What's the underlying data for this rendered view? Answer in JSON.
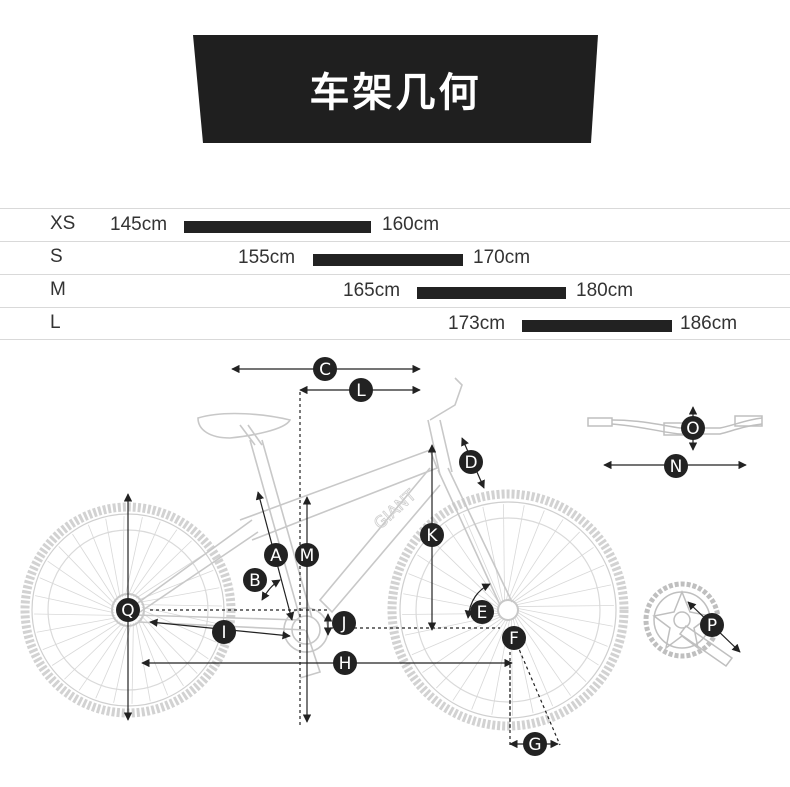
{
  "header": {
    "title": "车架几何"
  },
  "size_chart": {
    "rows": [
      {
        "size": "XS",
        "min": "145cm",
        "max": "160cm"
      },
      {
        "size": "S",
        "min": "155cm",
        "max": "170cm"
      },
      {
        "size": "M",
        "min": "165cm",
        "max": "180cm"
      },
      {
        "size": "L",
        "min": "173cm",
        "max": "186cm"
      }
    ]
  },
  "markers": {
    "A": "A",
    "B": "B",
    "C": "C",
    "D": "D",
    "E": "E",
    "F": "F",
    "G": "G",
    "H": "H",
    "I": "I",
    "J": "J",
    "K": "K",
    "L": "L",
    "M": "M",
    "N": "N",
    "O": "O",
    "P": "P",
    "Q": "Q"
  },
  "colors": {
    "banner": "#1f1f1f",
    "marker": "#222222",
    "bike_line": "#c8c8c8",
    "table_line": "#d9d9d9"
  }
}
